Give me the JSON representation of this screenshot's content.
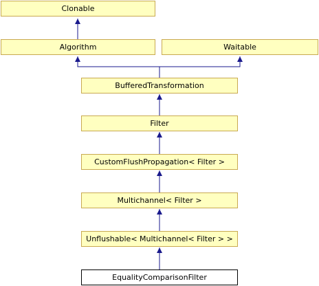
{
  "diagram": {
    "colors": {
      "node_fill": "#ffffc0",
      "node_border": "#c8a950",
      "current_fill": "#ffffff",
      "current_border": "#000000",
      "edge": "#1a1a8c"
    },
    "nodes": [
      {
        "id": "clonable",
        "label": "Clonable"
      },
      {
        "id": "algorithm",
        "label": "Algorithm"
      },
      {
        "id": "waitable",
        "label": "Waitable"
      },
      {
        "id": "buffered",
        "label": "BufferedTransformation"
      },
      {
        "id": "filter",
        "label": "Filter"
      },
      {
        "id": "customflush",
        "label": "CustomFlushPropagation< Filter >"
      },
      {
        "id": "multichannel",
        "label": "Multichannel< Filter >"
      },
      {
        "id": "unflushable",
        "label": "Unflushable< Multichannel< Filter > >"
      },
      {
        "id": "equality",
        "label": "EqualityComparisonFilter"
      }
    ],
    "edges": [
      {
        "from": "algorithm",
        "to": "clonable"
      },
      {
        "from": "buffered",
        "to": "algorithm"
      },
      {
        "from": "buffered",
        "to": "waitable"
      },
      {
        "from": "filter",
        "to": "buffered"
      },
      {
        "from": "customflush",
        "to": "filter"
      },
      {
        "from": "multichannel",
        "to": "customflush"
      },
      {
        "from": "unflushable",
        "to": "multichannel"
      },
      {
        "from": "equality",
        "to": "unflushable"
      }
    ]
  }
}
